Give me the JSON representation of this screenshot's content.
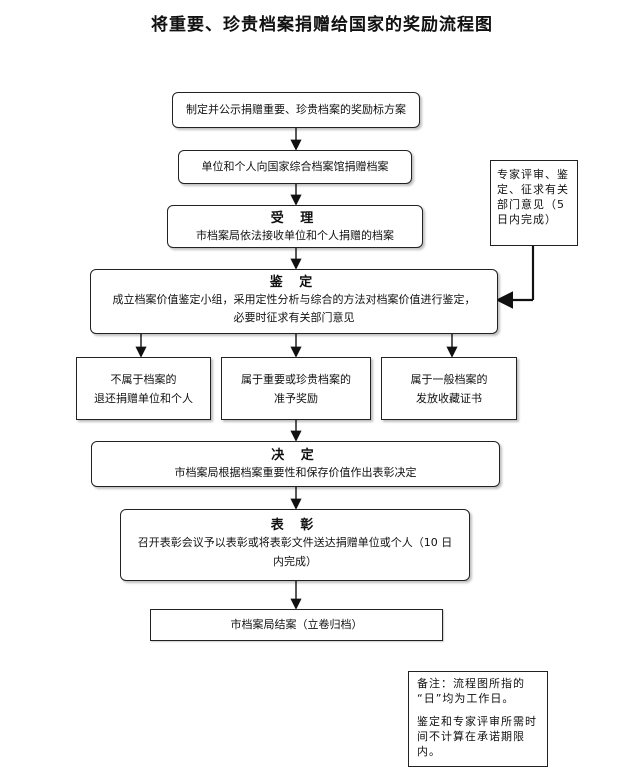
{
  "title": "将重要、珍贵档案捐赠给国家的奖励流程图",
  "steps": {
    "s1": "制定并公示捐赠重要、珍贵档案的奖励标方案",
    "s2": "单位和个人向国家综合档案馆捐赠档案",
    "s3_head": "受  理",
    "s3_text": "市档案局依法接收单位和个人捐赠的档案",
    "s4_head": "鉴  定",
    "s4_text1": "成立档案价值鉴定小组，采用定性分析与综合的方法对档案价值进行鉴定，",
    "s4_text2": "必要时征求有关部门意见",
    "b1_l1": "不属于档案的",
    "b1_l2": "退还捐赠单位和个人",
    "b2_l1": "属于重要或珍贵档案的",
    "b2_l2": "准予奖励",
    "b3_l1": "属于一般档案的",
    "b3_l2": "发放收藏证书",
    "s5_head": "决  定",
    "s5_text": "市档案局根据档案重要性和保存价值作出表彰决定",
    "s6_head": "表  彰",
    "s6_text1": "召开表彰会议予以表彰或将表彰文件送达捐赠单位或个人（10 日",
    "s6_text2": "内完成）",
    "s7": "市档案局结案（立卷归档）"
  },
  "side": {
    "l1": "专家评审、鉴",
    "l2": "定、征求有关",
    "l3": "部门意见（5",
    "l4": "日内完成）"
  },
  "note": {
    "l1": "备注：流程图所指的",
    "l2": "“日”均为工作日。",
    "l3": "鉴定和专家评审所需时",
    "l4": "间不计算在承诺期限",
    "l5": "内。"
  }
}
